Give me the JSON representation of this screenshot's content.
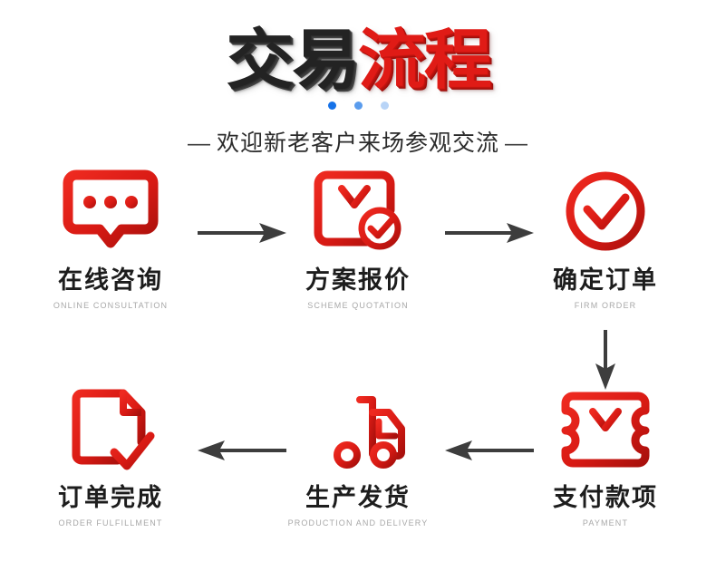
{
  "header": {
    "title_dark": "交易",
    "title_red": "流程",
    "subtitle_left_dash": "—",
    "subtitle_text": "欢迎新老客户来场参观交流",
    "subtitle_right_dash": "—",
    "dots": [
      {
        "name": "dot-1",
        "color": "#1672e8"
      },
      {
        "name": "dot-2",
        "color": "#5a9ced"
      },
      {
        "name": "dot-3",
        "color": "#b8d4f7"
      }
    ]
  },
  "colors": {
    "accent_red": "#e01b16",
    "deep_red": "#b31410",
    "title_dark": "#232323",
    "label_cn": "#1d1d1d",
    "label_en": "#a8a8a8",
    "arrow": "#3d3d3d"
  },
  "flow": {
    "top_row": [
      {
        "id": "online-consultation",
        "icon": "chat-bubble-icon",
        "label_cn": "在线咨询",
        "label_en": "ONLINE CONSULTATION"
      },
      {
        "id": "scheme-quotation",
        "icon": "quote-document-yen-check-icon",
        "label_cn": "方案报价",
        "label_en": "SCHEME QUOTATION"
      },
      {
        "id": "firm-order",
        "icon": "check-circle-icon",
        "label_cn": "确定订单",
        "label_en": "FIRM ORDER"
      }
    ],
    "bottom_row": [
      {
        "id": "order-fulfillment",
        "icon": "document-check-icon",
        "label_cn": "订单完成",
        "label_en": "ORDER FULFILLMENT"
      },
      {
        "id": "production-delivery",
        "icon": "delivery-truck-icon",
        "label_cn": "生产发货",
        "label_en": "PRODUCTION AND DELIVERY"
      },
      {
        "id": "payment",
        "icon": "ticket-yen-icon",
        "label_cn": "支付款项",
        "label_en": "PAYMENT"
      }
    ],
    "arrows": [
      {
        "name": "arrow-right-1",
        "direction": "right"
      },
      {
        "name": "arrow-right-2",
        "direction": "right"
      },
      {
        "name": "arrow-down-1",
        "direction": "down"
      },
      {
        "name": "arrow-left-1",
        "direction": "left"
      },
      {
        "name": "arrow-left-2",
        "direction": "left"
      }
    ]
  }
}
